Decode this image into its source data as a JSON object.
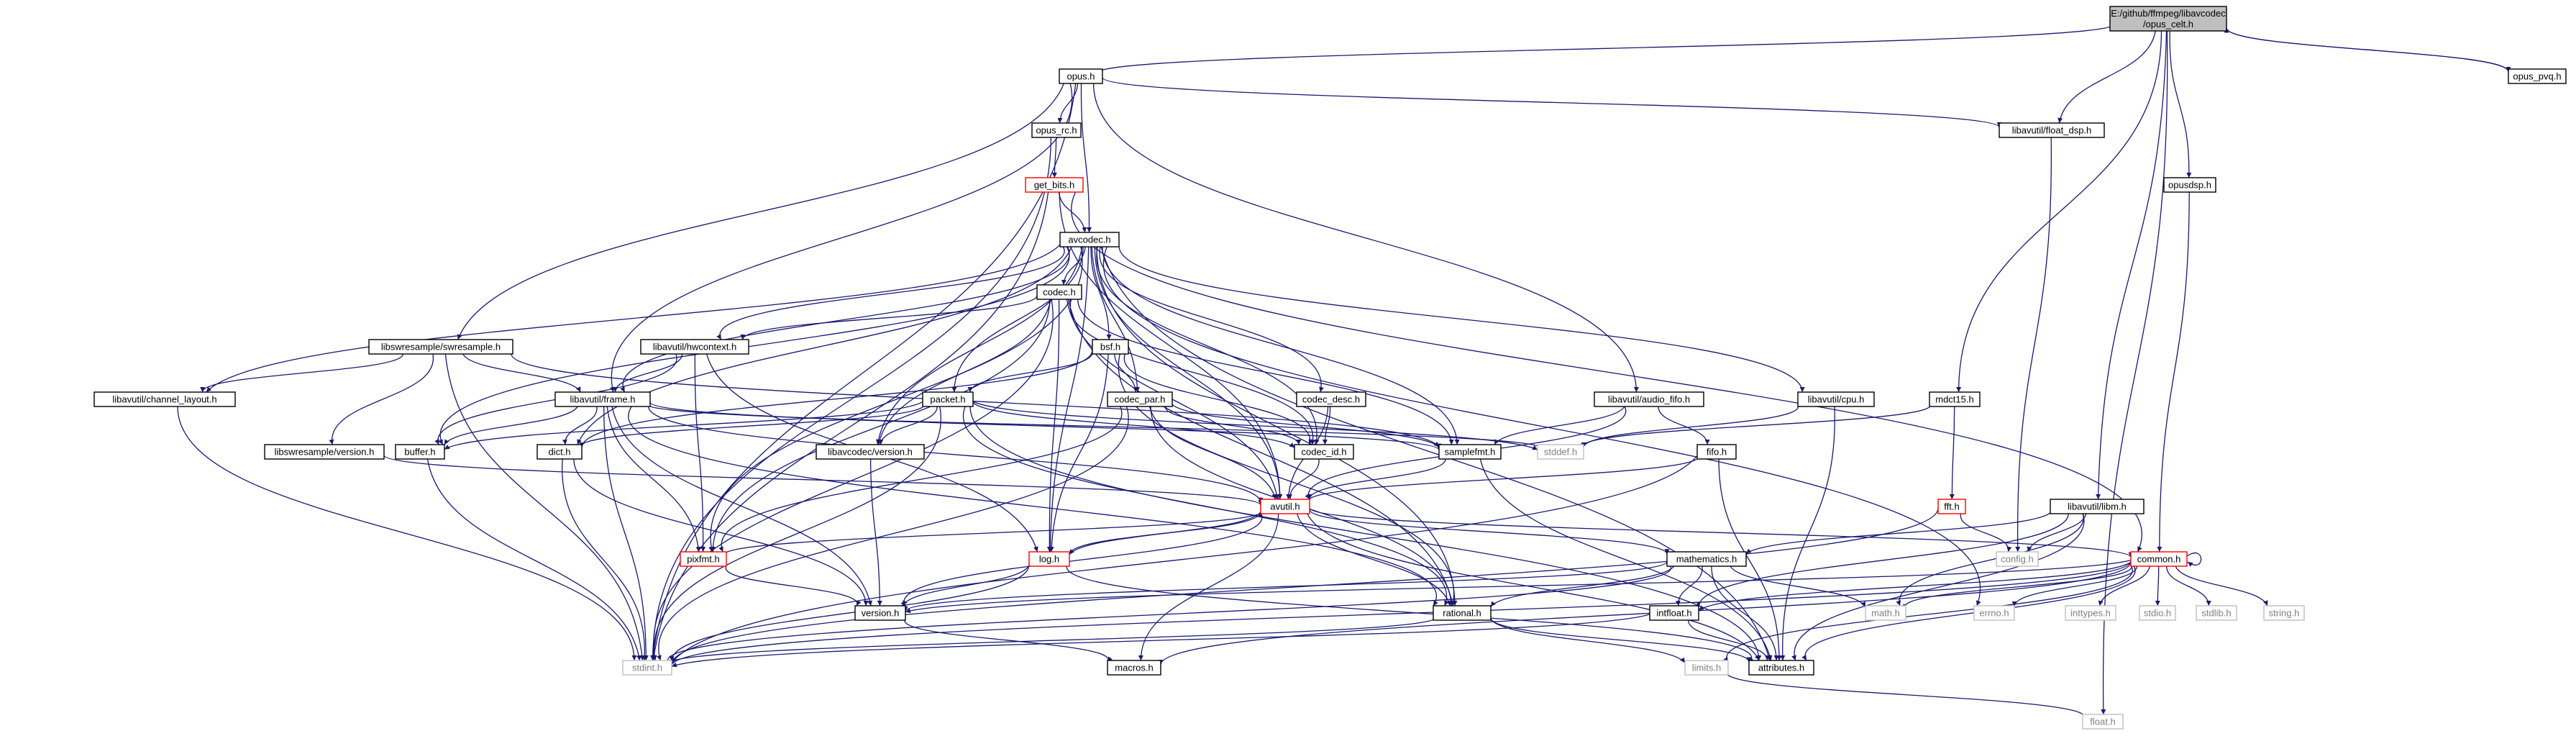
{
  "graph": {
    "nodes": [
      {
        "id": "opus_celt",
        "label": [
          "E:/github/ffmpeg/libavcodec",
          "/opus_celt.h"
        ],
        "style": "root"
      },
      {
        "id": "opus_h",
        "label": [
          "opus.h"
        ],
        "style": "normal"
      },
      {
        "id": "opus_pvq",
        "label": [
          "opus_pvq.h"
        ],
        "style": "normal"
      },
      {
        "id": "opus_rc",
        "label": [
          "opus_rc.h"
        ],
        "style": "normal"
      },
      {
        "id": "float_dsp",
        "label": [
          "libavutil/float_dsp.h"
        ],
        "style": "normal"
      },
      {
        "id": "opusdsp",
        "label": [
          "opusdsp.h"
        ],
        "style": "normal"
      },
      {
        "id": "get_bits",
        "label": [
          "get_bits.h"
        ],
        "style": "red"
      },
      {
        "id": "avcodec",
        "label": [
          "avcodec.h"
        ],
        "style": "normal"
      },
      {
        "id": "codec",
        "label": [
          "codec.h"
        ],
        "style": "normal"
      },
      {
        "id": "swresample",
        "label": [
          "libswresample/swresample.h"
        ],
        "style": "normal"
      },
      {
        "id": "hwcontext",
        "label": [
          "libavutil/hwcontext.h"
        ],
        "style": "normal"
      },
      {
        "id": "bsf",
        "label": [
          "bsf.h"
        ],
        "style": "normal"
      },
      {
        "id": "channel_layout",
        "label": [
          "libavutil/channel_layout.h"
        ],
        "style": "normal"
      },
      {
        "id": "frame",
        "label": [
          "libavutil/frame.h"
        ],
        "style": "normal"
      },
      {
        "id": "packet",
        "label": [
          "packet.h"
        ],
        "style": "normal"
      },
      {
        "id": "codec_par",
        "label": [
          "codec_par.h"
        ],
        "style": "normal"
      },
      {
        "id": "codec_desc",
        "label": [
          "codec_desc.h"
        ],
        "style": "normal"
      },
      {
        "id": "audio_fifo",
        "label": [
          "libavutil/audio_fifo.h"
        ],
        "style": "normal"
      },
      {
        "id": "cpu",
        "label": [
          "libavutil/cpu.h"
        ],
        "style": "normal"
      },
      {
        "id": "mdct15",
        "label": [
          "mdct15.h"
        ],
        "style": "normal"
      },
      {
        "id": "sw_version",
        "label": [
          "libswresample/version.h"
        ],
        "style": "normal"
      },
      {
        "id": "buffer",
        "label": [
          "buffer.h"
        ],
        "style": "normal"
      },
      {
        "id": "dict",
        "label": [
          "dict.h"
        ],
        "style": "normal"
      },
      {
        "id": "lavc_version",
        "label": [
          "libavcodec/version.h"
        ],
        "style": "normal"
      },
      {
        "id": "codec_id",
        "label": [
          "codec_id.h"
        ],
        "style": "normal"
      },
      {
        "id": "samplefmt",
        "label": [
          "samplefmt.h"
        ],
        "style": "normal"
      },
      {
        "id": "stddef",
        "label": [
          "stddef.h"
        ],
        "style": "gray"
      },
      {
        "id": "fifo",
        "label": [
          "fifo.h"
        ],
        "style": "normal"
      },
      {
        "id": "fft",
        "label": [
          "fft.h"
        ],
        "style": "red"
      },
      {
        "id": "libm",
        "label": [
          "libavutil/libm.h"
        ],
        "style": "normal"
      },
      {
        "id": "avutil",
        "label": [
          "avutil.h"
        ],
        "style": "red"
      },
      {
        "id": "config",
        "label": [
          "config.h"
        ],
        "style": "gray"
      },
      {
        "id": "pixfmt",
        "label": [
          "pixfmt.h"
        ],
        "style": "red"
      },
      {
        "id": "log",
        "label": [
          "log.h"
        ],
        "style": "red"
      },
      {
        "id": "mathematics",
        "label": [
          "mathematics.h"
        ],
        "style": "normal"
      },
      {
        "id": "common",
        "label": [
          "common.h"
        ],
        "style": "red"
      },
      {
        "id": "version",
        "label": [
          "version.h"
        ],
        "style": "normal"
      },
      {
        "id": "rational",
        "label": [
          "rational.h"
        ],
        "style": "normal"
      },
      {
        "id": "intfloat",
        "label": [
          "intfloat.h"
        ],
        "style": "normal"
      },
      {
        "id": "math",
        "label": [
          "math.h"
        ],
        "style": "gray"
      },
      {
        "id": "errno",
        "label": [
          "errno.h"
        ],
        "style": "gray"
      },
      {
        "id": "inttypes",
        "label": [
          "inttypes.h"
        ],
        "style": "gray"
      },
      {
        "id": "stdio",
        "label": [
          "stdio.h"
        ],
        "style": "gray"
      },
      {
        "id": "stdlib",
        "label": [
          "stdlib.h"
        ],
        "style": "gray"
      },
      {
        "id": "string",
        "label": [
          "string.h"
        ],
        "style": "gray"
      },
      {
        "id": "macros",
        "label": [
          "macros.h"
        ],
        "style": "normal"
      },
      {
        "id": "limits",
        "label": [
          "limits.h"
        ],
        "style": "gray"
      },
      {
        "id": "attributes",
        "label": [
          "attributes.h"
        ],
        "style": "normal"
      },
      {
        "id": "stdint",
        "label": [
          "stdint.h"
        ],
        "style": "gray"
      },
      {
        "id": "float",
        "label": [
          "float.h"
        ],
        "style": "gray"
      }
    ],
    "edges": [
      [
        "opus_celt",
        "opus_h"
      ],
      [
        "opus_celt",
        "opus_pvq"
      ],
      [
        "opus_celt",
        "float_dsp"
      ],
      [
        "opus_celt",
        "opusdsp"
      ],
      [
        "opus_celt",
        "mdct15"
      ],
      [
        "opus_celt",
        "libm"
      ],
      [
        "opus_celt",
        "float"
      ],
      [
        "opus_pvq",
        "opus_celt"
      ],
      [
        "opus_h",
        "opus_rc"
      ],
      [
        "opus_h",
        "avcodec"
      ],
      [
        "opus_h",
        "float_dsp"
      ],
      [
        "opus_h",
        "swresample"
      ],
      [
        "opus_h",
        "frame"
      ],
      [
        "opus_h",
        "audio_fifo"
      ],
      [
        "opus_h",
        "stdint"
      ],
      [
        "opus_rc",
        "get_bits"
      ],
      [
        "opus_rc",
        "stdint"
      ],
      [
        "get_bits",
        "avcodec"
      ],
      [
        "get_bits",
        "common"
      ],
      [
        "get_bits",
        "avutil"
      ],
      [
        "get_bits",
        "stdint"
      ],
      [
        "float_dsp",
        "config"
      ],
      [
        "opusdsp",
        "common"
      ],
      [
        "avcodec",
        "codec"
      ],
      [
        "avcodec",
        "hwcontext"
      ],
      [
        "avcodec",
        "bsf"
      ],
      [
        "avcodec",
        "channel_layout"
      ],
      [
        "avcodec",
        "frame"
      ],
      [
        "avcodec",
        "packet"
      ],
      [
        "avcodec",
        "codec_par"
      ],
      [
        "avcodec",
        "codec_desc"
      ],
      [
        "avcodec",
        "cpu"
      ],
      [
        "avcodec",
        "lavc_version"
      ],
      [
        "avcodec",
        "codec_id"
      ],
      [
        "avcodec",
        "samplefmt"
      ],
      [
        "avcodec",
        "dict"
      ],
      [
        "avcodec",
        "buffer"
      ],
      [
        "avcodec",
        "avutil"
      ],
      [
        "avcodec",
        "log"
      ],
      [
        "avcodec",
        "pixfmt"
      ],
      [
        "avcodec",
        "rational"
      ],
      [
        "avcodec",
        "attributes"
      ],
      [
        "avcodec",
        "errno"
      ],
      [
        "codec",
        "hwcontext"
      ],
      [
        "codec",
        "lavc_version"
      ],
      [
        "codec",
        "codec_id"
      ],
      [
        "codec",
        "samplefmt"
      ],
      [
        "codec",
        "avutil"
      ],
      [
        "codec",
        "log"
      ],
      [
        "codec",
        "pixfmt"
      ],
      [
        "codec",
        "rational"
      ],
      [
        "codec",
        "stdint"
      ],
      [
        "swresample",
        "channel_layout"
      ],
      [
        "swresample",
        "frame"
      ],
      [
        "swresample",
        "sw_version"
      ],
      [
        "swresample",
        "samplefmt"
      ],
      [
        "swresample",
        "stdint"
      ],
      [
        "hwcontext",
        "buffer"
      ],
      [
        "hwcontext",
        "frame"
      ],
      [
        "hwcontext",
        "log"
      ],
      [
        "hwcontext",
        "pixfmt"
      ],
      [
        "bsf",
        "packet"
      ],
      [
        "bsf",
        "codec_par"
      ],
      [
        "bsf",
        "codec_id"
      ],
      [
        "bsf",
        "dict"
      ],
      [
        "bsf",
        "log"
      ],
      [
        "bsf",
        "rational"
      ],
      [
        "channel_layout",
        "stdint"
      ],
      [
        "frame",
        "buffer"
      ],
      [
        "frame",
        "dict"
      ],
      [
        "frame",
        "avutil"
      ],
      [
        "frame",
        "pixfmt"
      ],
      [
        "frame",
        "rational"
      ],
      [
        "frame",
        "samplefmt"
      ],
      [
        "frame",
        "version"
      ],
      [
        "frame",
        "stddef"
      ],
      [
        "frame",
        "stdint"
      ],
      [
        "packet",
        "buffer"
      ],
      [
        "packet",
        "dict"
      ],
      [
        "packet",
        "lavc_version"
      ],
      [
        "packet",
        "codec_id"
      ],
      [
        "packet",
        "rational"
      ],
      [
        "packet",
        "attributes"
      ],
      [
        "packet",
        "stddef"
      ],
      [
        "packet",
        "stdint"
      ],
      [
        "codec_par",
        "codec_id"
      ],
      [
        "codec_par",
        "avutil"
      ],
      [
        "codec_par",
        "pixfmt"
      ],
      [
        "codec_par",
        "rational"
      ],
      [
        "codec_par",
        "samplefmt"
      ],
      [
        "codec_par",
        "stdint"
      ],
      [
        "codec_desc",
        "codec_id"
      ],
      [
        "codec_desc",
        "avutil"
      ],
      [
        "audio_fifo",
        "avutil"
      ],
      [
        "audio_fifo",
        "fifo"
      ],
      [
        "audio_fifo",
        "samplefmt"
      ],
      [
        "cpu",
        "attributes"
      ],
      [
        "cpu",
        "stddef"
      ],
      [
        "mdct15",
        "fft"
      ],
      [
        "mdct15",
        "stddef"
      ],
      [
        "sw_version",
        "avutil"
      ],
      [
        "buffer",
        "stdint"
      ],
      [
        "dict",
        "stdint"
      ],
      [
        "dict",
        "version"
      ],
      [
        "lavc_version",
        "version"
      ],
      [
        "codec_id",
        "avutil"
      ],
      [
        "samplefmt",
        "avutil"
      ],
      [
        "samplefmt",
        "attributes"
      ],
      [
        "fifo",
        "avutil"
      ],
      [
        "fifo",
        "attributes"
      ],
      [
        "fifo",
        "stdint"
      ],
      [
        "fft",
        "config"
      ],
      [
        "fft",
        "stdint"
      ],
      [
        "libm",
        "config"
      ],
      [
        "libm",
        "attributes"
      ],
      [
        "libm",
        "intfloat"
      ],
      [
        "libm",
        "mathematics"
      ],
      [
        "libm",
        "math"
      ],
      [
        "avutil",
        "common"
      ],
      [
        "avutil",
        "log"
      ],
      [
        "avutil",
        "pixfmt"
      ],
      [
        "avutil",
        "mathematics"
      ],
      [
        "avutil",
        "rational"
      ],
      [
        "avutil",
        "version"
      ],
      [
        "avutil",
        "macros"
      ],
      [
        "avutil",
        "attributes"
      ],
      [
        "pixfmt",
        "version"
      ],
      [
        "log",
        "avutil"
      ],
      [
        "log",
        "version"
      ],
      [
        "log",
        "attributes"
      ],
      [
        "log",
        "stdint"
      ],
      [
        "mathematics",
        "rational"
      ],
      [
        "mathematics",
        "intfloat"
      ],
      [
        "mathematics",
        "attributes"
      ],
      [
        "mathematics",
        "math"
      ],
      [
        "mathematics",
        "stdint"
      ],
      [
        "mathematics",
        "version"
      ],
      [
        "common",
        "common"
      ],
      [
        "common",
        "attributes"
      ],
      [
        "common",
        "macros"
      ],
      [
        "common",
        "version"
      ],
      [
        "common",
        "math"
      ],
      [
        "common",
        "errno"
      ],
      [
        "common",
        "inttypes"
      ],
      [
        "common",
        "stdio"
      ],
      [
        "common",
        "stdlib"
      ],
      [
        "common",
        "string"
      ],
      [
        "common",
        "limits"
      ],
      [
        "common",
        "stdint"
      ],
      [
        "common",
        "intfloat"
      ],
      [
        "version",
        "macros"
      ],
      [
        "rational",
        "attributes"
      ],
      [
        "rational",
        "limits"
      ],
      [
        "rational",
        "stdint"
      ],
      [
        "intfloat",
        "attributes"
      ],
      [
        "intfloat",
        "stdint"
      ],
      [
        "limits",
        "float"
      ]
    ]
  },
  "colors": {
    "edge": "#191970",
    "node_border": "#000000",
    "node_fill": "#ffffff",
    "root_fill": "#bfbfbf",
    "red_border": "#ff0000",
    "gray_border": "#bfbfbf",
    "gray_text": "#808080",
    "text": "#000000"
  }
}
